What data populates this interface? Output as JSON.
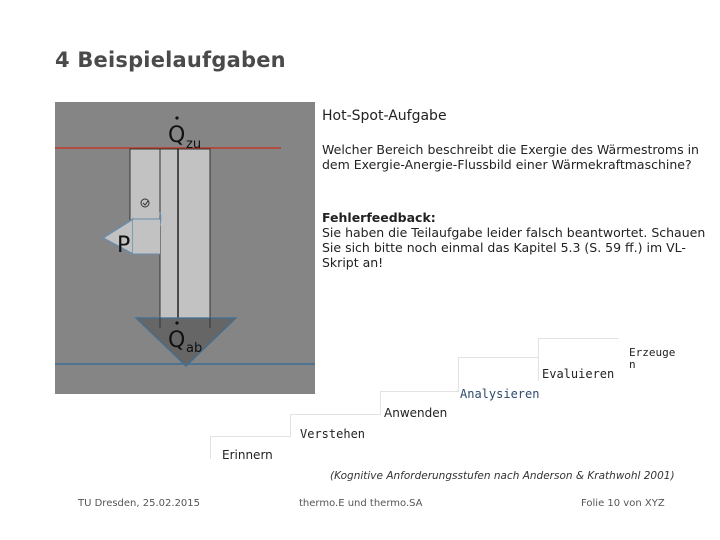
{
  "slide": {
    "title": "4 Beispielaufgaben",
    "task_title": "Hot-Spot-Aufgabe",
    "question": "Welcher Bereich beschreibt die Exergie des Wärmestroms in dem Exergie-Anergie-Flussbild einer Wärmekraftmaschine?",
    "feedback_heading": "Fehlerfeedback:",
    "feedback_text": "Sie haben die Teilaufgabe leider falsch beantwortet. Schauen Sie sich bitte noch einmal das Kapitel 5.3 (S. 59 ff.) im VL-Skript an!"
  },
  "diagram": {
    "q_in_label": "Q",
    "q_in_sub": "zu",
    "q_out_label": "Q",
    "q_out_sub": "ab",
    "p_label": "P",
    "selected_marker_icon": "check-circle-icon",
    "colors": {
      "background": "#858585",
      "top_line": "#c0392b",
      "bottom_line": "#3d6f95",
      "bar_fill": "#c2c2c2",
      "arrow_head": "#666666"
    }
  },
  "taxonomy": {
    "levels": [
      "Erinnern",
      "Verstehen",
      "Anwenden",
      "Analysieren",
      "Evaluieren",
      "Erzeuge\nn"
    ],
    "caption": "(Kognitive Anforderungsstufen nach Anderson & Krathwohl 2001)"
  },
  "footer": {
    "left": "TU Dresden, 25.02.2015",
    "center": "thermo.E und thermo.SA",
    "right": "Folie 10 von XYZ"
  }
}
